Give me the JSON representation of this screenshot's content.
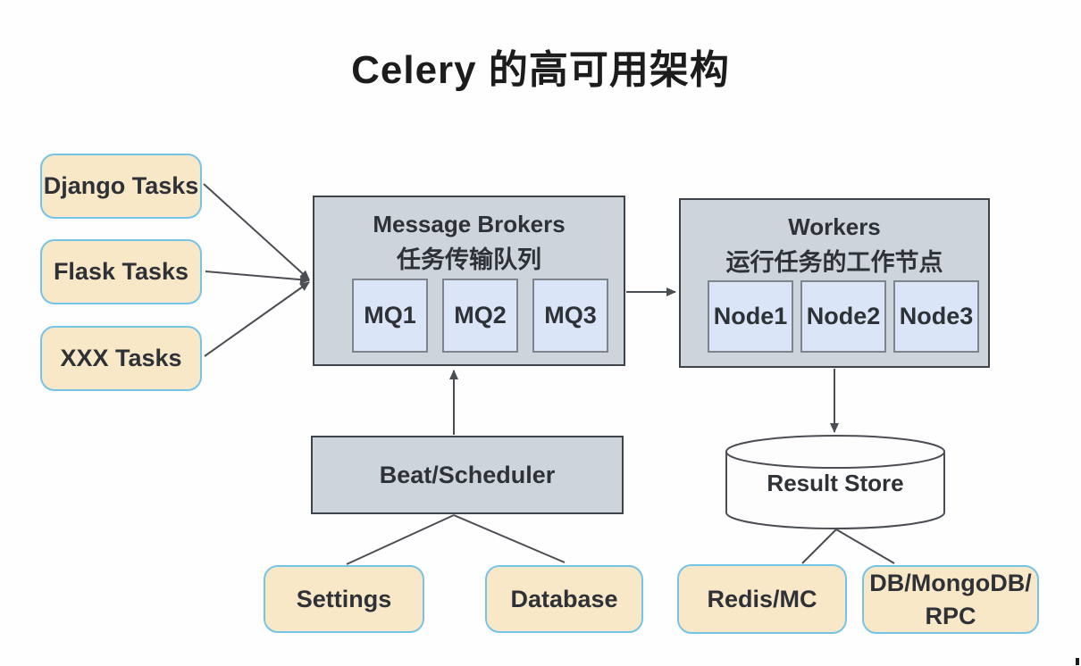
{
  "title": "Celery 的高可用架构",
  "producers": {
    "items": [
      {
        "label": "Django Tasks"
      },
      {
        "label": "Flask Tasks"
      },
      {
        "label": "XXX Tasks"
      }
    ]
  },
  "brokers": {
    "title": "Message Brokers",
    "subtitle": "任务传输队列",
    "queues": [
      {
        "label": "MQ1"
      },
      {
        "label": "MQ2"
      },
      {
        "label": "MQ3"
      }
    ]
  },
  "workers": {
    "title": "Workers",
    "subtitle": "运行任务的工作节点",
    "nodes": [
      {
        "label": "Node1"
      },
      {
        "label": "Node2"
      },
      {
        "label": "Node3"
      }
    ]
  },
  "scheduler": {
    "label": "Beat/Scheduler"
  },
  "config_sources": [
    {
      "label": "Settings"
    },
    {
      "label": "Database"
    }
  ],
  "result_store": {
    "label": "Result Store"
  },
  "result_backends": [
    {
      "label": "Redis/MC"
    },
    {
      "label": "DB/MongoDB/\nRPC"
    }
  ],
  "colors": {
    "producer_fill": "#F9E8C8",
    "producer_border": "#74C4E8",
    "container_fill": "#CED4DC",
    "container_border": "#3E434A",
    "inner_fill": "#DBE5F8",
    "inner_border": "#7E838C",
    "connector": "#4A4E54",
    "text": "#2E3237"
  }
}
